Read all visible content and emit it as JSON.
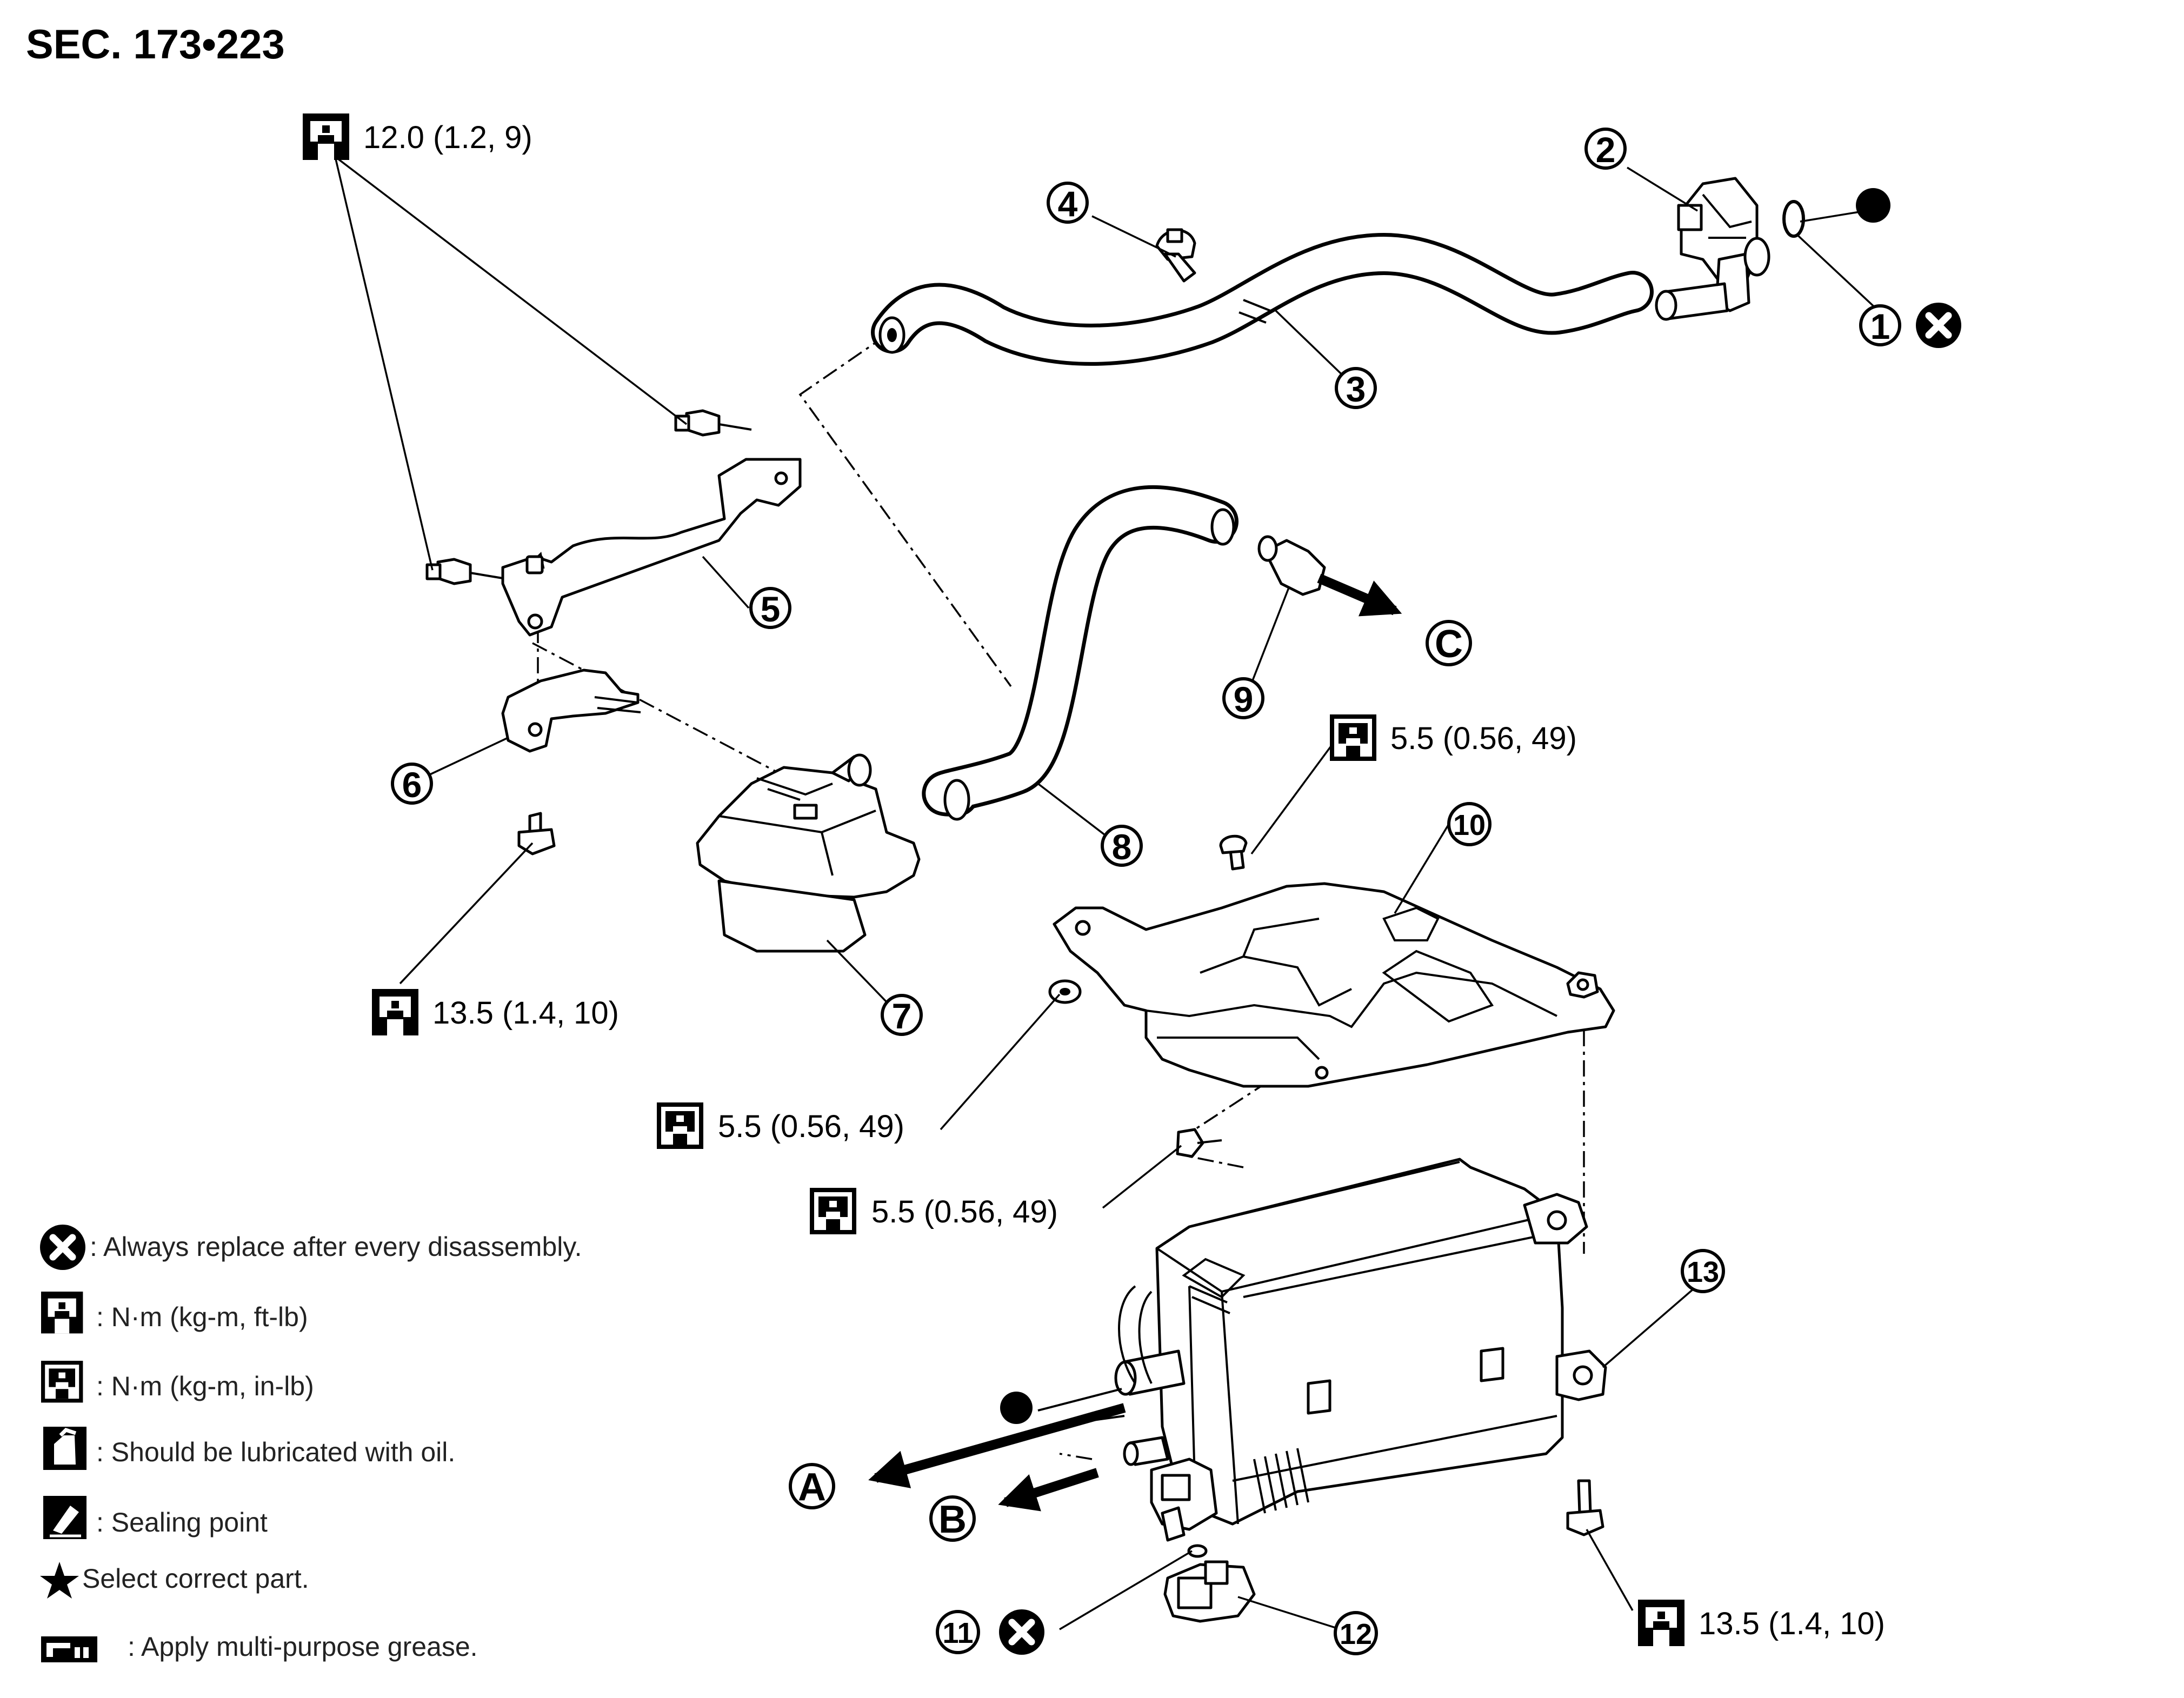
{
  "section_title": "SEC. 173•223",
  "torque_specs": {
    "t1": "12.0 (1.2, 9)",
    "t2": "13.5 (1.4, 10)",
    "t3": "5.5 (0.56, 49)",
    "t4": "5.5 (0.56, 49)",
    "t5": "5.5 (0.56, 49)",
    "t6": "13.5 (1.4, 10)"
  },
  "callouts": {
    "c1": "1",
    "c2": "2",
    "c3": "3",
    "c4": "4",
    "c5": "5",
    "c6": "6",
    "c7": "7",
    "c8": "8",
    "c9": "9",
    "c10": "10",
    "c11": "11",
    "c12": "12",
    "c13": "13"
  },
  "direction_labels": {
    "a": "A",
    "b": "B",
    "c": "C"
  },
  "legend": [
    {
      "icon": "replace-x-icon",
      "text": ": Always replace after every disassembly."
    },
    {
      "icon": "torque-nm-ftlb-icon",
      "text": ": N·m (kg-m, ft-lb)"
    },
    {
      "icon": "torque-nm-inlb-icon",
      "text": ": N·m (kg-m, in-lb)"
    },
    {
      "icon": "oil-can-icon",
      "text": ": Should be lubricated with oil."
    },
    {
      "icon": "sealing-point-icon",
      "text": ": Sealing point"
    },
    {
      "icon": "star-icon",
      "text": "Select correct part."
    },
    {
      "icon": "grease-icon",
      "text": ": Apply multi-purpose grease."
    }
  ],
  "colors": {
    "ink": "#000000",
    "background": "#ffffff",
    "legend_text": "#222222"
  }
}
